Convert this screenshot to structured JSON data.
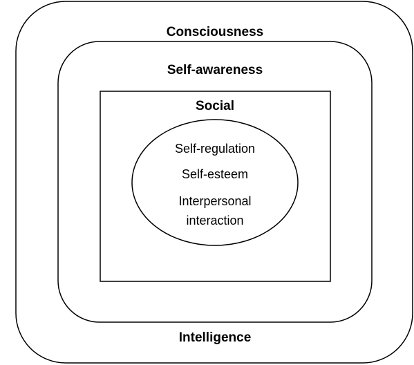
{
  "diagram": {
    "outer_layer": {
      "top_label": "Consciousness",
      "bottom_label": "Intelligence"
    },
    "middle_layer": {
      "label": "Self-awareness"
    },
    "inner_box": {
      "label": "Social"
    },
    "core_ellipse": {
      "items": [
        "Self-regulation",
        "Self-esteem",
        "Interpersonal",
        "interaction"
      ]
    }
  },
  "colors": {
    "stroke": "#000000",
    "background": "#ffffff"
  }
}
